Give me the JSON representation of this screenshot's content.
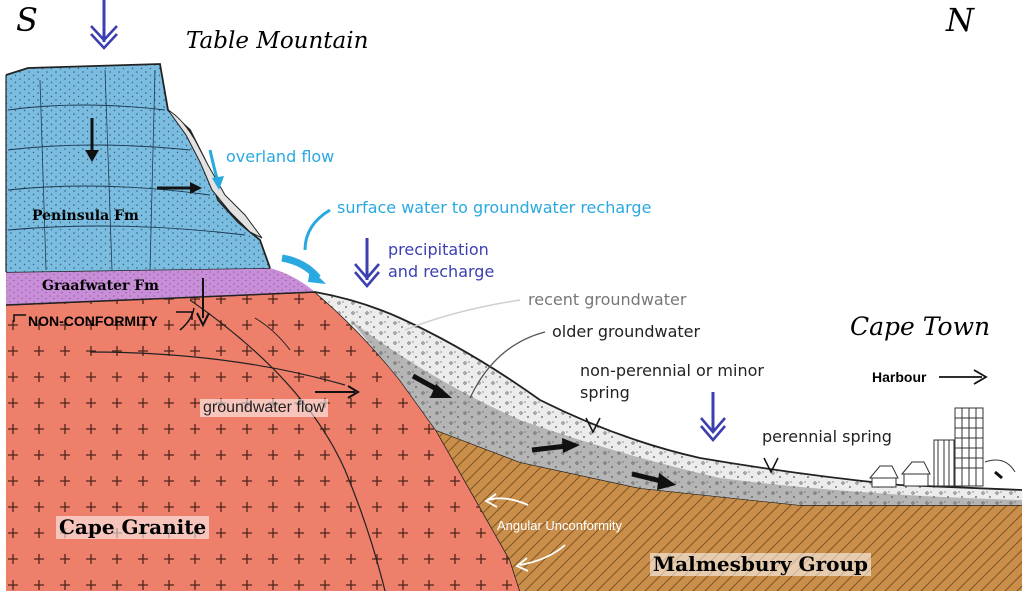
{
  "compass": {
    "south": "S",
    "north": "N"
  },
  "places": {
    "table_mountain": "Table Mountain",
    "cape_town": "Cape Town",
    "harbour": "Harbour"
  },
  "formations": {
    "peninsula": "Peninsula Fm",
    "graafwater": "Graafwater Fm",
    "non_conformity": "NON-CONFORMITY",
    "cape_granite": "Cape Granite",
    "malmesbury": "Malmesbury Group",
    "angular_unconformity": "Angular Unconformity"
  },
  "processes": {
    "overland_flow": "overland flow",
    "surface_recharge": "surface water to groundwater recharge",
    "precip_line1": "precipitation",
    "precip_line2": "and recharge",
    "recent_gw": "recent groundwater",
    "older_gw": "older groundwater",
    "nonperennial_line1": "non-perennial or minor",
    "nonperennial_line2": "spring",
    "perennial_spring": "perennial spring",
    "groundwater_flow": "groundwater flow"
  },
  "colors": {
    "sandstone": "#7bbde0",
    "graafwater": "#c88fd8",
    "granite": "#ee7f6b",
    "malmesbury": "#c98f4a",
    "sediment_light": "#ececec",
    "sediment_dark": "#b5b5b5",
    "water_cyan": "#29a9df",
    "precip_blue": "#3b3fb0",
    "label_gray": "#555555"
  }
}
